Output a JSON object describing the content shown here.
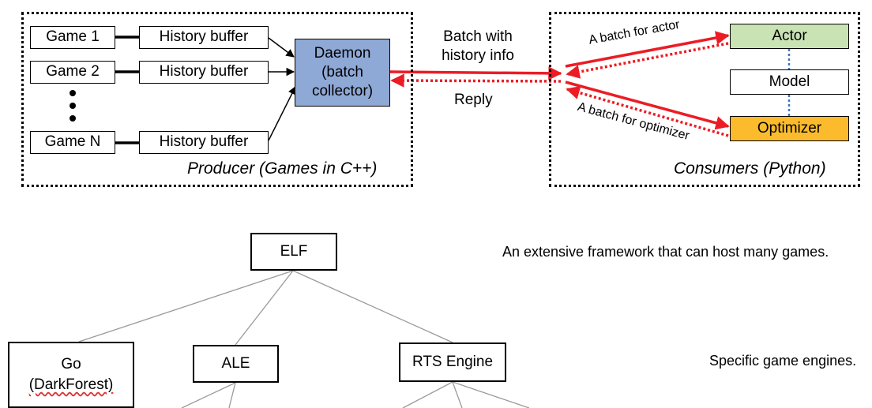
{
  "producer": {
    "games": [
      "Game 1",
      "Game 2",
      "Game N"
    ],
    "buffer_label": "History buffer",
    "daemon_lines": [
      "Daemon",
      "(batch",
      "collector)"
    ],
    "region_label": "Producer (Games in C++)"
  },
  "link": {
    "forward_lines": [
      "Batch with",
      "history info"
    ],
    "reply": "Reply"
  },
  "consumers": {
    "actor": "Actor",
    "model": "Model",
    "optimizer": "Optimizer",
    "actor_edge": "A batch for actor",
    "optimizer_edge": "A batch for optimizer",
    "region_label": "Consumers (Python)"
  },
  "tree": {
    "root": "ELF",
    "children": [
      {
        "lines": [
          "Go",
          "(DarkForest)"
        ]
      },
      {
        "lines": [
          "ALE"
        ]
      },
      {
        "lines": [
          "RTS Engine"
        ]
      }
    ],
    "annotation_root": "An extensive framework that can host many games.",
    "annotation_engines": "Specific game engines."
  },
  "colors": {
    "daemon_fill": "#8fa9d6",
    "actor_fill": "#c9e3b4",
    "optimizer_fill": "#fbbb2c",
    "arrow_red": "#ec1c24",
    "model_link_blue": "#4472c4",
    "tree_edge": "#9a9a9a"
  },
  "icons": [
    "vertical-ellipsis-icon"
  ]
}
